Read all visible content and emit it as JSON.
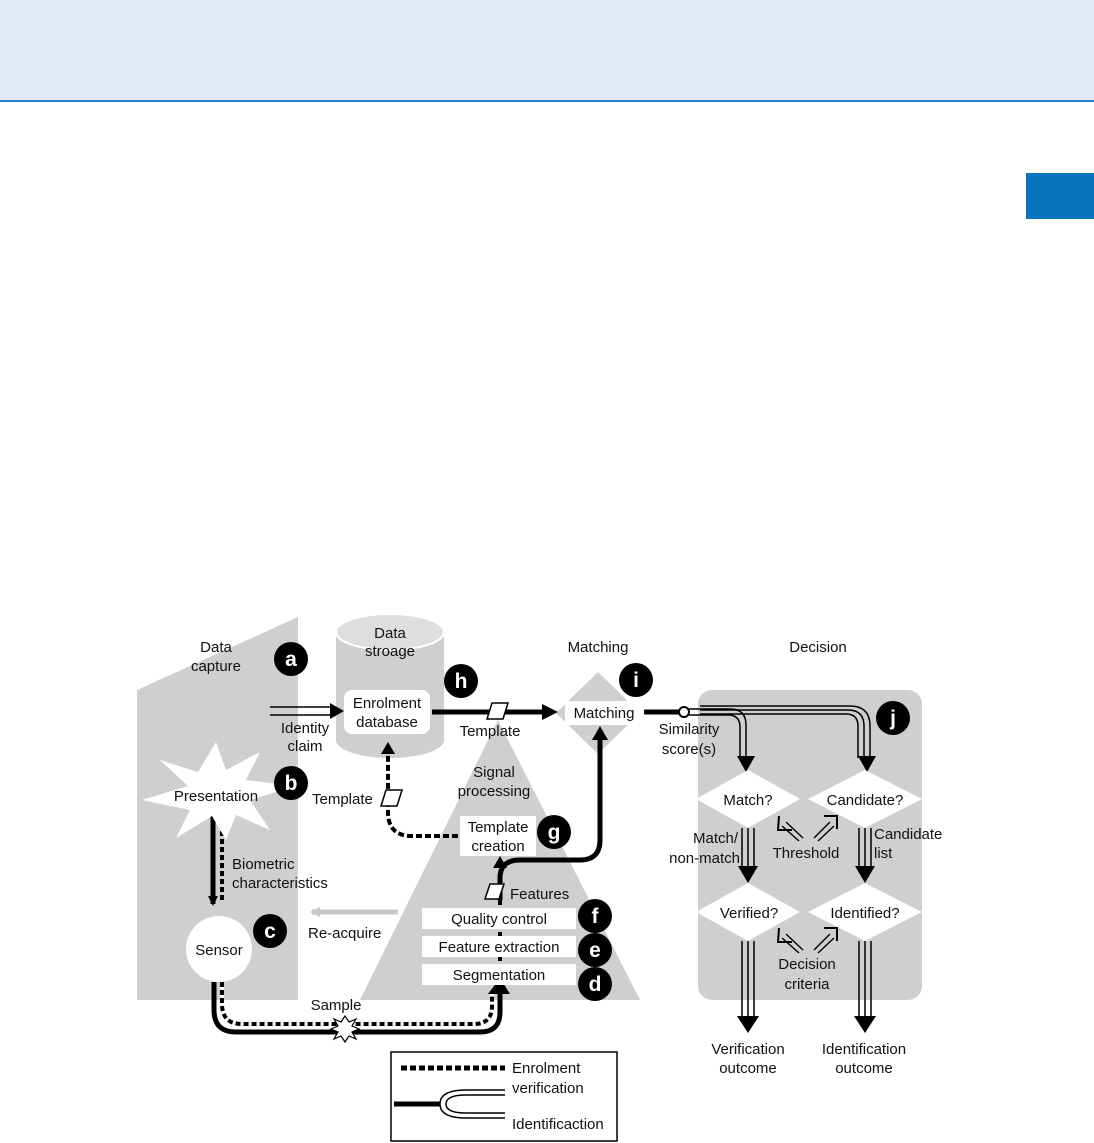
{
  "header": {
    "accent": "#2c7fc4",
    "band": "#e3e9f7",
    "tab": "#0873bf"
  },
  "stages": {
    "data_capture": [
      "Data",
      "capture"
    ],
    "data_storage": [
      "Data",
      "stroage"
    ],
    "matching": "Matching",
    "decision": "Decision",
    "signal_processing": [
      "Signal",
      "processing"
    ]
  },
  "badges": [
    "a",
    "b",
    "c",
    "d",
    "e",
    "f",
    "g",
    "h",
    "i",
    "j"
  ],
  "boxes": {
    "enrolment_db": [
      "Enrolment",
      "database"
    ],
    "presentation": "Presentation",
    "sensor": "Sensor",
    "template_creation": [
      "Template",
      "creation"
    ],
    "quality_control": "Quality control",
    "feature_extraction": "Feature extraction",
    "segmentation": "Segmentation",
    "matching": "Matching"
  },
  "labels": {
    "identity_claim": [
      "Identity",
      "claim"
    ],
    "biometric_characteristics": [
      "Biometric",
      "characteristics"
    ],
    "re_acquire": "Re-acquire",
    "sample": "Sample",
    "template_upper": "Template",
    "template_lower": "Template",
    "features": "Features",
    "similarity_scores": [
      "Similarity",
      "score(s)"
    ],
    "match_non_match": [
      "Match/",
      "non-match"
    ],
    "threshold": "Threshold",
    "candidate_list": [
      "Candidate",
      "list"
    ],
    "decision_criteria": [
      "Decision",
      "criteria"
    ]
  },
  "decisions": {
    "match": "Match?",
    "candidate": "Candidate?",
    "verified": "Verified?",
    "identified": "Identified?"
  },
  "outcomes": {
    "verification": [
      "Verification",
      "outcome"
    ],
    "identification": [
      "Identification",
      "outcome"
    ]
  },
  "legend": {
    "enrolment": "Enrolment",
    "verification": "verification",
    "identification": "Identificaction"
  }
}
